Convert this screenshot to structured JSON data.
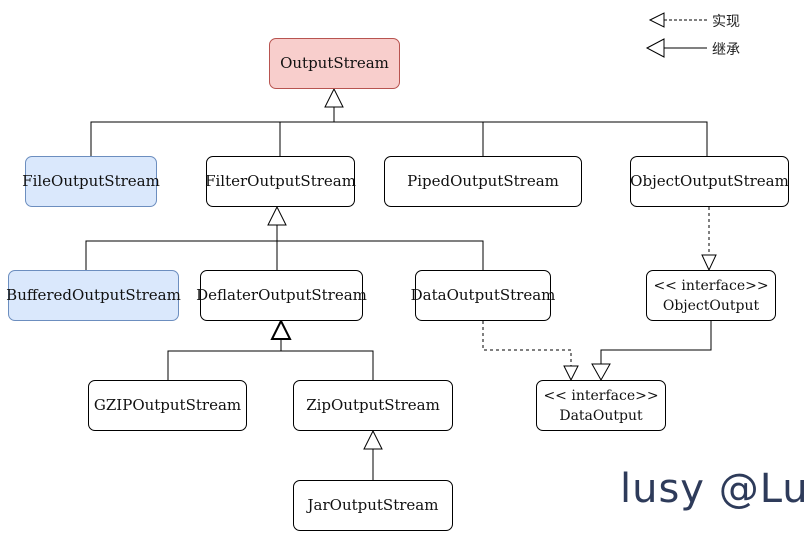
{
  "legend": {
    "implements": "实现",
    "extends": "继承"
  },
  "nodes": {
    "output_stream": "OutputStream",
    "file_output_stream": "FileOutputStream",
    "filter_output_stream": "FilterOutputStream",
    "piped_output_stream": "PipedOutputStream",
    "object_output_stream": "ObjectOutputStream",
    "buffered_output_stream": "BufferedOutputStream",
    "deflater_output_stream": "DeflaterOutputStream",
    "data_output_stream": "DataOutputStream",
    "object_output": {
      "stereotype": "<< interface>>",
      "name": "ObjectOutput"
    },
    "data_output": {
      "stereotype": "<< interface>>",
      "name": "DataOutput"
    },
    "gzip_output_stream": "GZIPOutputStream",
    "zip_output_stream": "ZipOutputStream",
    "jar_output_stream": "JarOutputStream"
  },
  "watermark": "lusy @Lu"
}
